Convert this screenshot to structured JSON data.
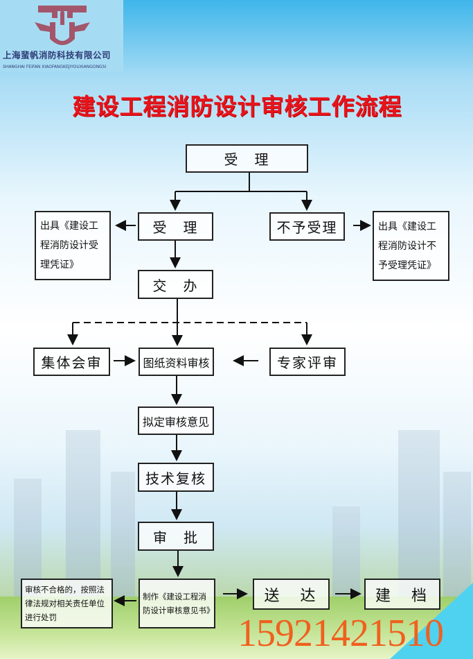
{
  "logo": {
    "company_cn": "上海蜚帆消防科技有限公司",
    "company_en": "SHANGHAI FEIFAN XIAOFANGKEJIYOUXIANGONGSI",
    "brand_color": "#a3566b"
  },
  "title": "建设工程消防设计审核工作流程",
  "nodes": {
    "accept_top": "受　理",
    "accept": "受　理",
    "reject": "不予受理",
    "issue_accept": "出具《建设工程消防设计受理凭证》",
    "issue_reject": "出具《建设工程消防设计不予受理凭证》",
    "assign": "交　办",
    "collective": "集体会审",
    "drawing_review": "图纸资料审核",
    "expert": "专家评审",
    "draft_opinion": "拟定审核意见",
    "tech_review": "技术复核",
    "approve": "审　批",
    "penalty": "审核不合格的，按照法律法规对相关责任单位进行处罚",
    "make_opinion": "制作《建设工程消防设计审核意见书》",
    "deliver": "送　达",
    "archive": "建　档"
  },
  "phone": "15921421510"
}
